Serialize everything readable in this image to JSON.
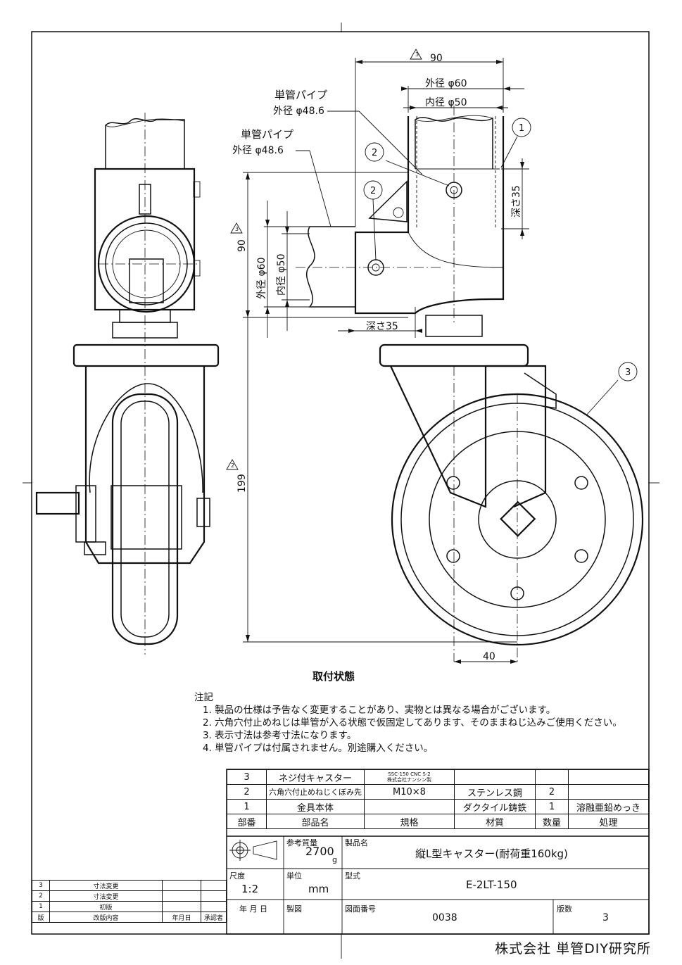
{
  "drawing": {
    "view_title": "取付状態",
    "labels": {
      "pipe_upper_name": "単管パイプ",
      "pipe_upper_od": "外径 φ48.6",
      "pipe_lower_name": "単管パイプ",
      "pipe_lower_od": "外径 φ48.6",
      "dim_90_top": "90",
      "dim_od60_top": "外径 φ60",
      "dim_id50_top": "内径 φ50",
      "dim_depth35_v": "深さ35",
      "dim_90_left": "90",
      "dim_od60_left": "外径 φ60",
      "dim_id50_left": "内径 φ50",
      "dim_depth35_h": "深さ35",
      "dim_199": "199",
      "dim_40": "40",
      "rev3": "3",
      "rev2": "2",
      "balloon_1": "1",
      "balloon_2a": "2",
      "balloon_2b": "2",
      "balloon_3": "3"
    }
  },
  "notes": {
    "heading": "注記",
    "items": [
      "1. 製品の仕様は予告なく変更することがあり、実物とは異なる場合がございます。",
      "2. 六角穴付止めねじは単管が入る状態で仮固定してあります、そのままねじ込みご使用ください。",
      "3. 表示寸法は参考寸法になります。",
      "4. 単管パイプは付属されません。別途購入ください。"
    ]
  },
  "bom": {
    "rows": [
      {
        "no": "3",
        "name": "ネジ付キャスター",
        "spec1": "SSC-150 CNC S-2",
        "spec2": "株式会社ナンシン製",
        "material": "",
        "qty": "",
        "treatment": ""
      },
      {
        "no": "2",
        "name": "六角穴付止めねじくぼみ先",
        "spec1": "M10×8",
        "spec2": "",
        "material": "ステンレス鋼",
        "qty": "2",
        "treatment": ""
      },
      {
        "no": "1",
        "name": "金具本体",
        "spec1": "",
        "spec2": "",
        "material": "ダクタイル鋳鉄",
        "qty": "1",
        "treatment": "溶融亜鉛めっき"
      }
    ],
    "header": {
      "no": "部番",
      "name": "部品名",
      "spec": "規格",
      "material": "材質",
      "qty": "数量",
      "treatment": "処理"
    }
  },
  "title_block": {
    "mass_label": "参考質量",
    "mass_value": "2700",
    "mass_unit": "g",
    "product_label": "製品名",
    "product_name": "縦L型キャスター(耐荷重160kg)",
    "scale_label": "尺度",
    "scale_value": "1:2",
    "unit_label": "単位",
    "unit_value": "mm",
    "model_label": "型式",
    "model_value": "E-2LT-150",
    "date_label": "年 月 日",
    "drawn_label": "製図",
    "drawing_no_label": "図面番号",
    "drawing_no_value": "0038",
    "version_label": "版数",
    "version_value": "3"
  },
  "revisions": {
    "rows": [
      {
        "mark": "3",
        "content": "寸法変更"
      },
      {
        "mark": "2",
        "content": "寸法変更"
      },
      {
        "mark": "1",
        "content": "初版"
      }
    ],
    "header": {
      "mark": "版",
      "content": "改版内容",
      "date": "年月日",
      "signer": "承認者"
    }
  },
  "company": "株式会社 単管DIY研究所"
}
